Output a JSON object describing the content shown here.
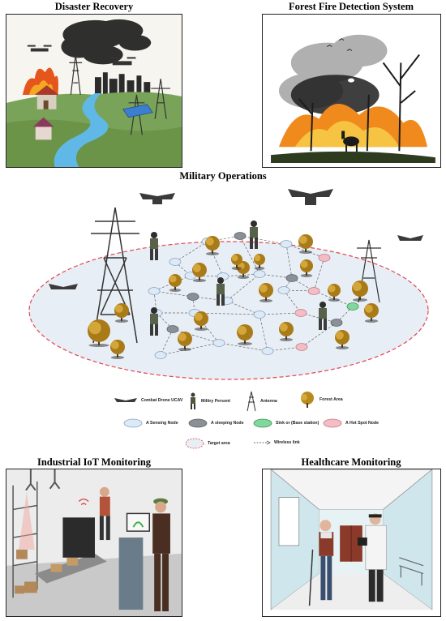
{
  "titles": {
    "disaster": "Disaster Recovery",
    "forest": "Forest Fire Detection System",
    "military": "Military Operations",
    "industrial": "Industrial IoT Monitoring",
    "health": "Healthcare Monitoring"
  },
  "legend": {
    "drone": "Combat Drone UCAV",
    "personnel": "Militry Persont",
    "antenna": "Antenna",
    "forest": "Forest  Area",
    "sensing": "A Sensing Node",
    "sleeping": "A sleeping Node",
    "sink": "Sink or (Base station)",
    "hotspot": "A Hot Spot Node",
    "target": "Target area",
    "wireless": "Wireless link"
  },
  "colors": {
    "sensing_node": "#dce9f7",
    "sleeping_node": "#8b9096",
    "sink_node": "#7fd99a",
    "hotspot_node": "#f4bcc4",
    "target_area_fill": "#e8eef5",
    "target_area_border": "#e0484f"
  }
}
